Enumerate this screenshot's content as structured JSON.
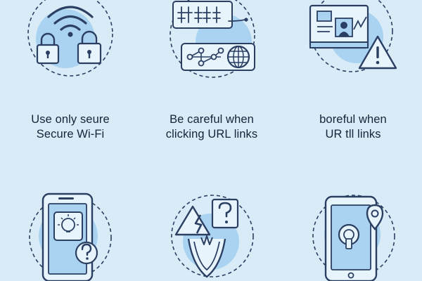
{
  "colors": {
    "background": "#d8ebf6",
    "accent_fill": "#a9d3f0",
    "accent_light": "#e8f4fc",
    "outline": "#2b3f63",
    "text": "#17233b"
  },
  "icons": [
    {
      "name": "wifi-padlocks-icon"
    },
    {
      "name": "url-link-globe-icon"
    },
    {
      "name": "id-card-warning-icon"
    },
    {
      "name": "tablet-question-icon"
    },
    {
      "name": "warning-question-shield-icon"
    },
    {
      "name": "tablet-location-pin-icon"
    }
  ],
  "captions": [
    {
      "line1": "Use only seure",
      "line2": "Secure Wi-Fi"
    },
    {
      "line1": "Be careful  when",
      "line2": "clicking URL links"
    },
    {
      "line1": "boreful  when",
      "line2": "UR tll links"
    }
  ]
}
